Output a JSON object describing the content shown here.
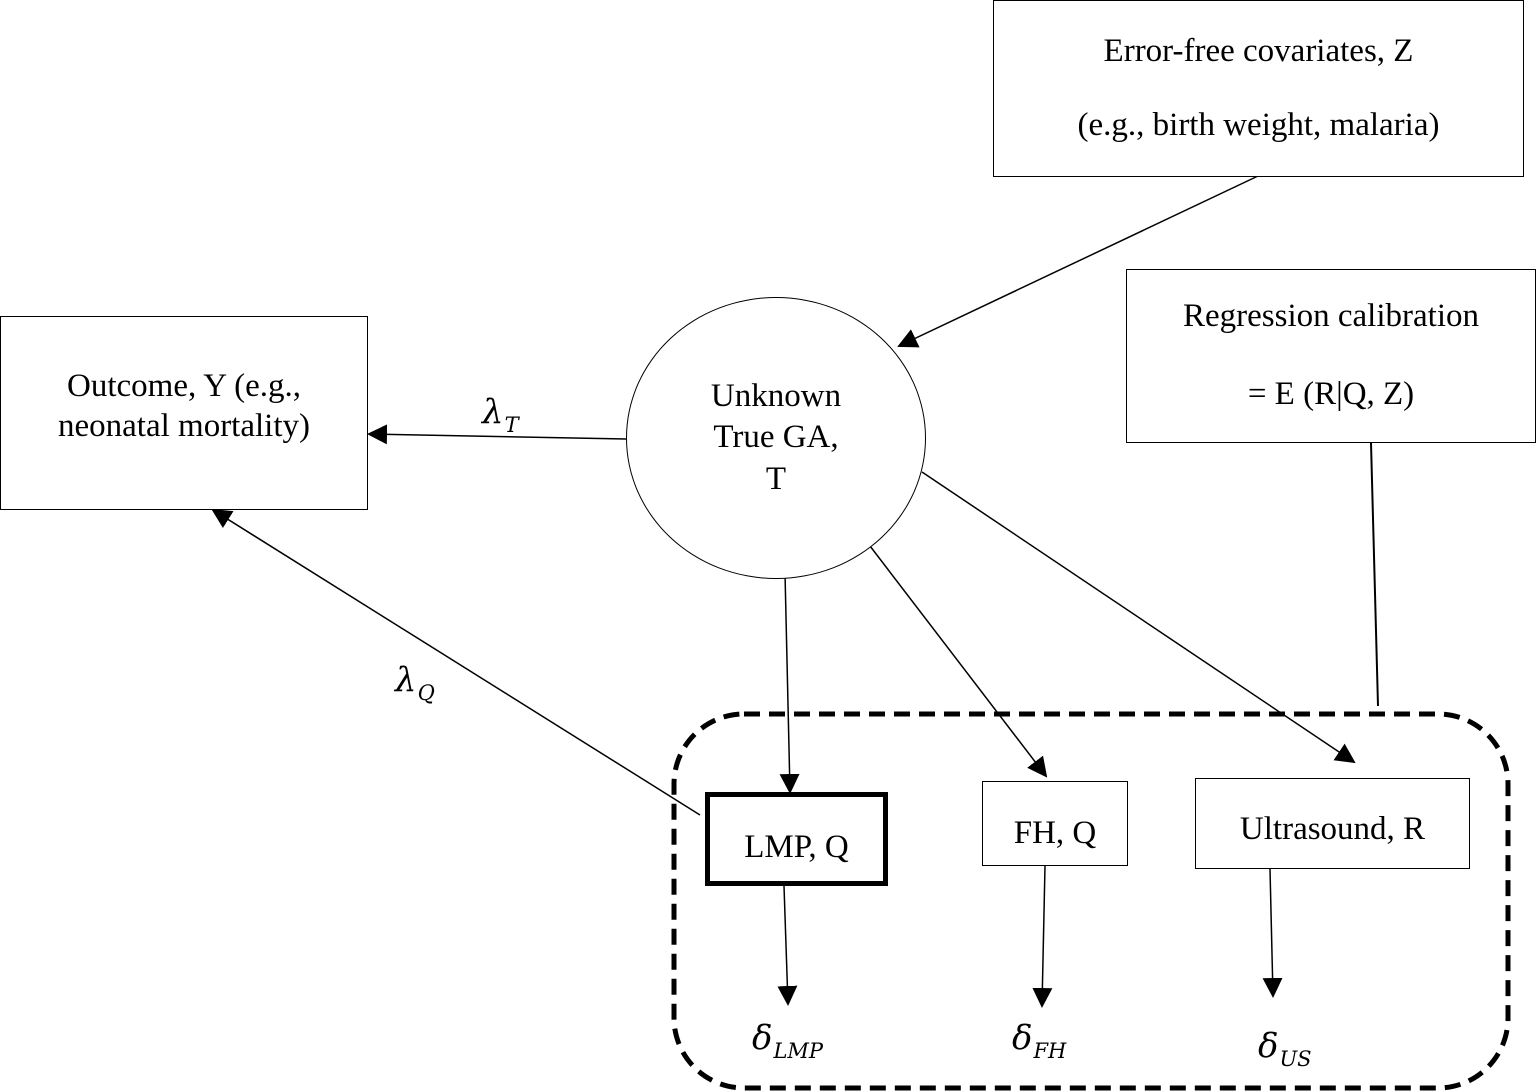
{
  "nodes": {
    "covariates": {
      "line1": "Error-free covariates, Z",
      "line2": "(e.g., birth weight, malaria)"
    },
    "regression": {
      "line1": "Regression calibration",
      "line2": "= E (R|Q, Z)"
    },
    "outcome": {
      "line1": "Outcome, Y (e.g.,",
      "line2": "neonatal mortality)"
    },
    "true_ga": {
      "line1": "Unknown",
      "line2": "True GA,",
      "line3": "T"
    },
    "lmp": {
      "label": "LMP, Q"
    },
    "fh": {
      "label": "FH, Q"
    },
    "ultrasound": {
      "label": "Ultrasound, R"
    }
  },
  "edge_labels": {
    "lambda_t": {
      "symbol": "λ",
      "sub": "T"
    },
    "lambda_q": {
      "symbol": "λ",
      "sub": "Q"
    }
  },
  "errors": {
    "lmp": {
      "symbol": "δ",
      "sub": "LMP"
    },
    "fh": {
      "symbol": "δ",
      "sub": "FH"
    },
    "us": {
      "symbol": "δ",
      "sub": "US"
    }
  }
}
